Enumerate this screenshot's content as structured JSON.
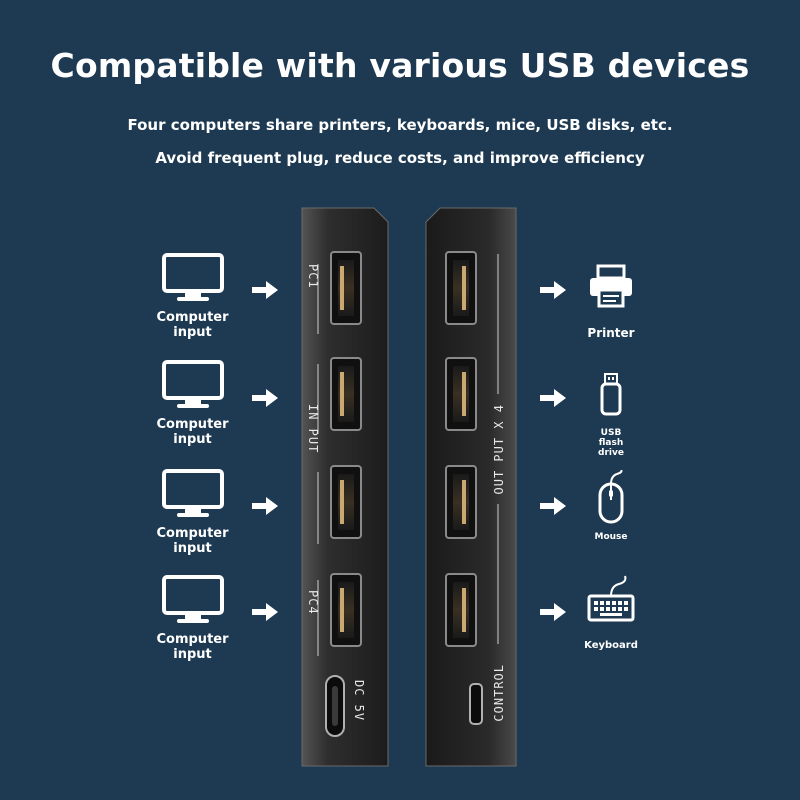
{
  "header": {
    "title": "Compatible with various USB devices",
    "subtitle_line1": "Four computers share printers, keyboards, mice, USB disks, etc.",
    "subtitle_line2": "Avoid frequent plug, reduce costs, and improve efficiency"
  },
  "inputs": [
    {
      "label_line1": "Computer",
      "label_line2": "input",
      "icon": "monitor-icon"
    },
    {
      "label_line1": "Computer",
      "label_line2": "input",
      "icon": "monitor-icon"
    },
    {
      "label_line1": "Computer",
      "label_line2": "input",
      "icon": "monitor-icon"
    },
    {
      "label_line1": "Computer",
      "label_line2": "input",
      "icon": "monitor-icon"
    }
  ],
  "outputs": [
    {
      "label": "Printer",
      "icon": "printer-icon"
    },
    {
      "label": "USB flash drive",
      "icon": "usb-flash-drive-icon"
    },
    {
      "label": "Mouse",
      "icon": "mouse-icon"
    },
    {
      "label": "Keyboard",
      "icon": "keyboard-icon"
    }
  ],
  "switch": {
    "left_labels": {
      "pc1": "PC1",
      "input": "IN PUT",
      "pc4": "PC4",
      "power": "DC 5V"
    },
    "right_labels": {
      "output": "OUT PUT X 4",
      "control": "CONTROL"
    }
  },
  "colors": {
    "background": "#1e3a52",
    "text": "#ffffff",
    "device_body": "#2a2a2a"
  }
}
